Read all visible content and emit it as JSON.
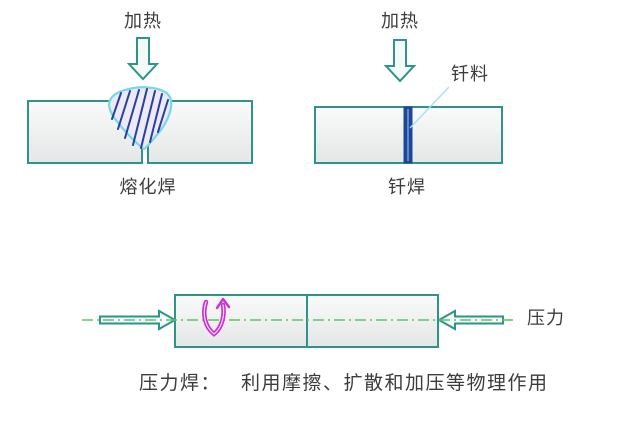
{
  "diagram_title": "welding-methods-comparison",
  "colors": {
    "teal": "#2e9389",
    "pool-outline": "#74d8e8",
    "hatch-navy": "#2b3f9d",
    "filler-navy": "#1d4796",
    "filler-light": "#6f9cd9",
    "leader-cyan": "#a5e2ec",
    "center-green": "#5fc468",
    "rotation-magenta": "#cb2fd2",
    "text-ink": "#3c3c3c",
    "plate-top": "#fafafa",
    "plate-bottom": "#e4e7e7",
    "pool-fill": "#eceaf6",
    "arrow-fill": "#f4faf8"
  },
  "fusion": {
    "heat_label": "加热",
    "caption": "熔化焊"
  },
  "brazing": {
    "heat_label": "加热",
    "filler_label": "钎料",
    "caption": "钎焊"
  },
  "pressure": {
    "force_label": "压力",
    "caption_title": "压力焊：",
    "caption_body": "利用摩擦、扩散和加压等物理作用"
  }
}
